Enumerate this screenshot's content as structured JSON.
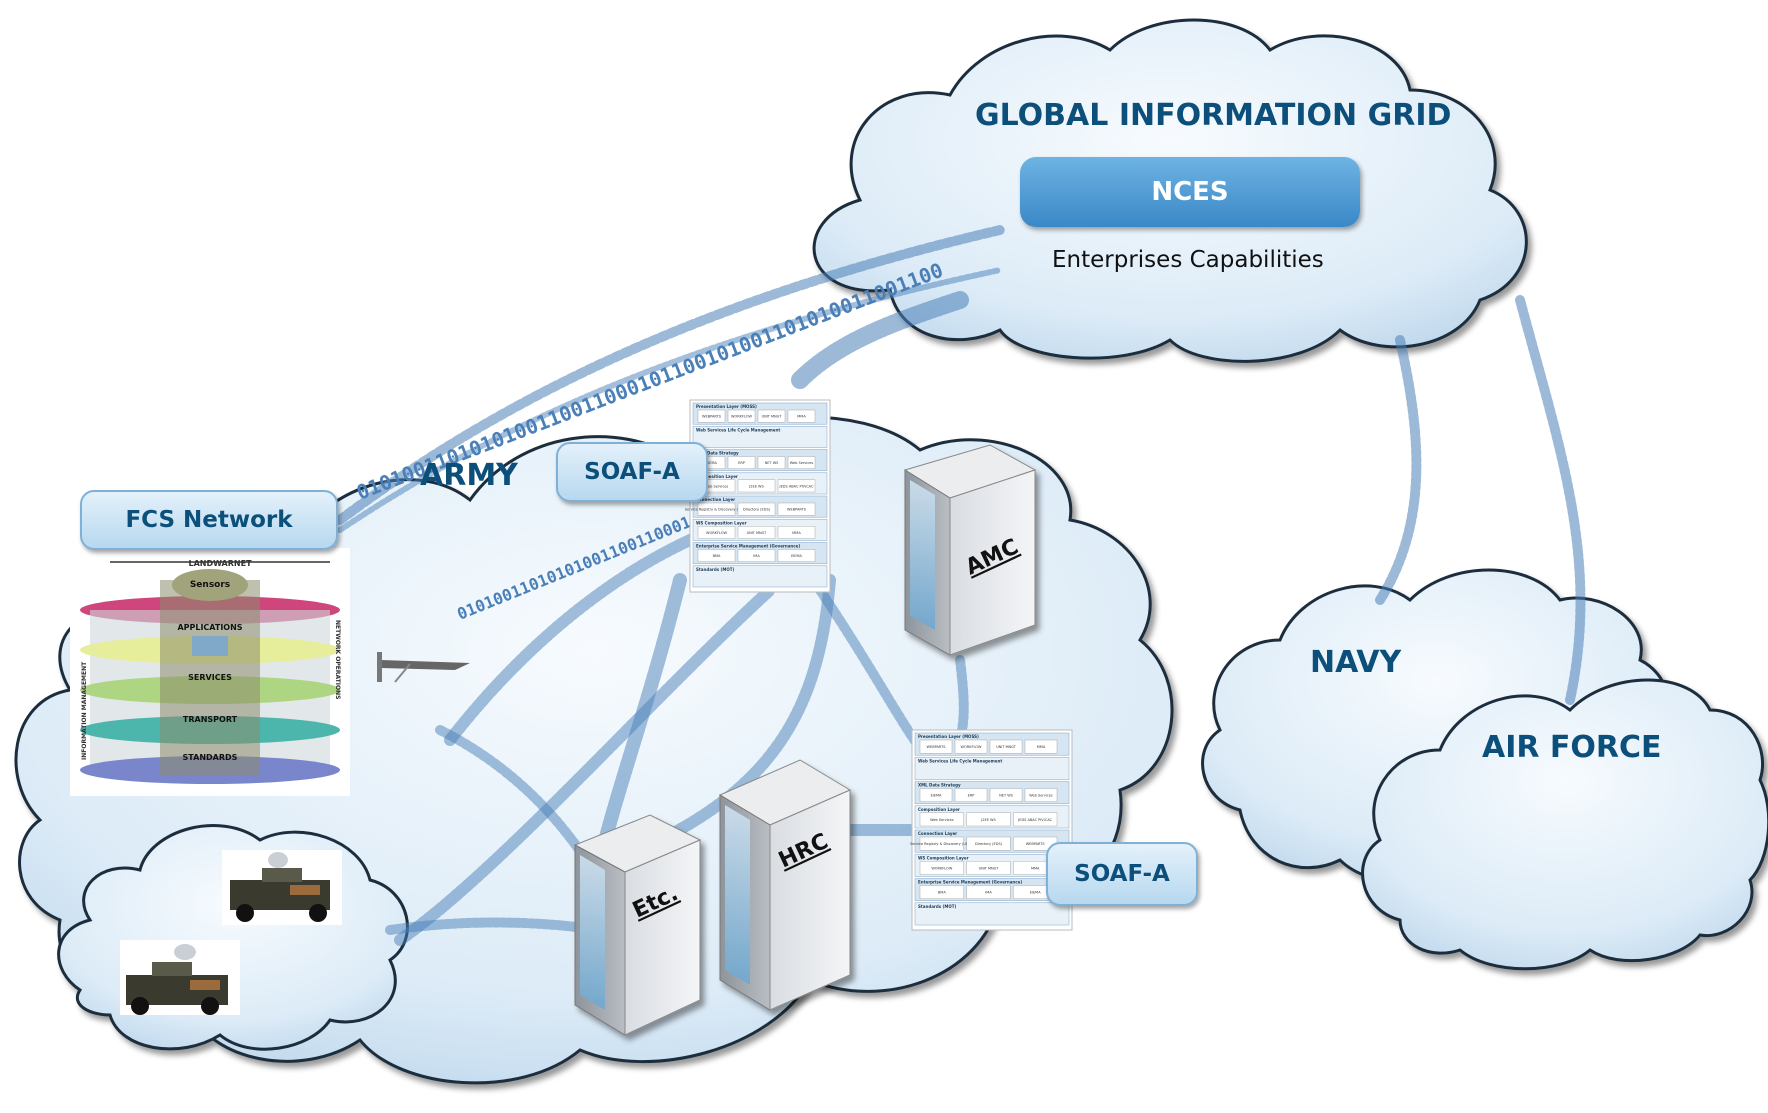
{
  "gig": {
    "title": "GLOBAL INFORMATION GRID",
    "nces": "NCES",
    "caption": "Enterprises Capabilities"
  },
  "army": {
    "label": "ARMY"
  },
  "navy": {
    "label": "NAVY"
  },
  "airforce": {
    "label": "AIR FORCE"
  },
  "soaf_top": {
    "label": "SOAF-A"
  },
  "soaf_bottom": {
    "label": "SOAF-A"
  },
  "fcs": {
    "label": "FCS Network",
    "banner": "LANDWARNET",
    "layers": [
      "Sensors",
      "APPLICATIONS",
      "SERVICES",
      "TRANSPORT",
      "STANDARDS"
    ],
    "side_left": "INFORMATION MANAGEMENT",
    "side_right": "NETWORK OPERATIONS"
  },
  "servers": {
    "amc": "AMC",
    "hrc": "HRC",
    "etc": "Etc."
  },
  "soa_stack": {
    "rows": [
      "Presentation Layer (MOSS)",
      "Web Services Life Cycle Management",
      "XML Data Strategy",
      "Composition Layer",
      "Connection Layer",
      "WS Composition Layer",
      "Enterprise Service Management (Governance)",
      "Standards (MOT)"
    ],
    "items": [
      "WEBPARTS",
      "WORKFLOW",
      "UNIT MNGT",
      "MMA",
      "BMA",
      "IMA",
      "EIEMA",
      "ERP",
      "NET WS",
      "Web Services",
      "J2EE WS",
      "JEDS ABAC PIV/CAC",
      "Service Registry & Discovery (UDDI)",
      "Directory (EDS)"
    ]
  },
  "binary": {
    "stream": "0101001101010100110011000101100101001101010011001100"
  },
  "colors": {
    "cloud_edge": "#1d2d3d",
    "cloud_fill": "#dcebf7",
    "label": "#0b4f7a",
    "binary": "#4a7fb8",
    "nces_pill": "#3a88c7"
  }
}
